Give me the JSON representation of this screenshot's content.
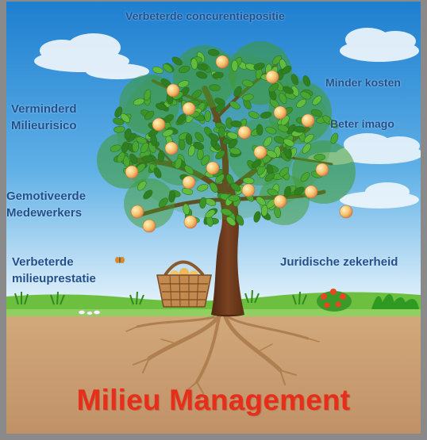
{
  "benefits": {
    "top": "Verbeterde concurentiepositie",
    "cost": "Minder kosten",
    "image": "Beter imago",
    "risk": [
      "Verminderd",
      "Milieurisico"
    ],
    "motivated": [
      "Gemotiveerde",
      "Medewerkers"
    ],
    "performance": [
      "Verbeterde",
      "milieuprestatie"
    ],
    "legal": "Juridische zekerheid"
  },
  "title": "Milieu Management",
  "colors": {
    "sky_top": "#1e7fd0",
    "sky_bottom": "#d8ecf8",
    "grass": "#6cbf3f",
    "soil": "#c9a275",
    "trunk": "#6b3a1c",
    "foliage": "#3f9b2c",
    "apple": "#f1c56b",
    "label_text": "#1f4f8c",
    "title_text": "#e62e1a"
  },
  "icons": [
    "cloud-icon",
    "tree-icon",
    "apple-icon",
    "basket-icon",
    "butterfly-icon",
    "flower-bush-icon",
    "grass-tuft-icon",
    "roots-icon"
  ]
}
